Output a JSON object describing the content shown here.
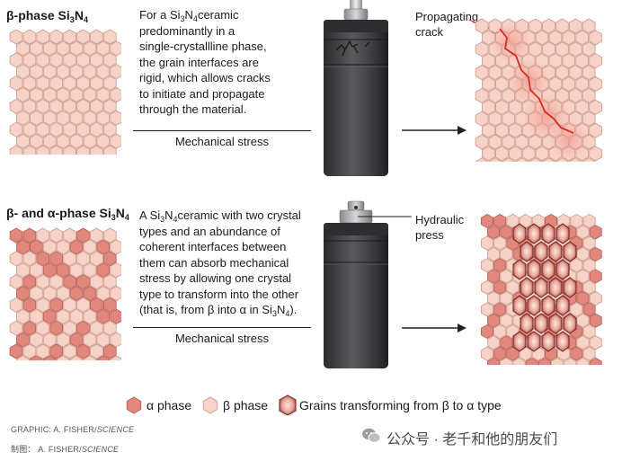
{
  "panel1": {
    "title": "β-phase Si3N4",
    "title_parts": [
      "β-phase Si",
      "3",
      "N",
      "4"
    ],
    "desc_lines": [
      [
        "For a Si",
        "3",
        "N",
        "4",
        "ceramic"
      ],
      [
        "predominantly in a"
      ],
      [
        "single-crystallline phase,"
      ],
      [
        "the grain interfaces are"
      ],
      [
        "rigid, which allows cracks"
      ],
      [
        "to initiate and propagate"
      ],
      [
        "through the material."
      ]
    ],
    "stress_label": "Mechanical stress",
    "callout_lines": [
      "Propagating",
      "crack"
    ]
  },
  "panel2": {
    "title": "β- and α-phase Si3N4",
    "title_parts": [
      "β- and α-phase Si",
      "3",
      "N",
      "4"
    ],
    "desc_lines": [
      [
        "A Si",
        "3",
        "N",
        "4",
        "ceramic with two crystal"
      ],
      [
        "types and an abundance of"
      ],
      [
        "coherent interfaces between"
      ],
      [
        "them can absorb mechanical"
      ],
      [
        "stress by allowing one crystal"
      ],
      [
        "type to transform into the other"
      ],
      [
        "(that is, from β into α in Si",
        "3",
        "N",
        "4",
        ")."
      ]
    ],
    "stress_label": "Mechanical stress",
    "callout_lines": [
      "Hydraulic",
      "press"
    ]
  },
  "legend": {
    "alpha": "α phase",
    "beta": "β phase",
    "transform": "Grains transforming from β to α type"
  },
  "credits": {
    "line1_prefix": "GRAPHIC: A. FISHER/",
    "line1_source": "SCIENCE",
    "line2_prefix": "制图： A. FISHER/",
    "line2_source": "SCIENCE"
  },
  "watermark": "公众号 · 老千和他的朋友们",
  "colors": {
    "alpha_fill": "#e2877c",
    "alpha_stroke": "#b45a52",
    "beta_fill": "#f6d3c6",
    "beta_stroke": "#c9978a",
    "crack": "#d9281e",
    "press_body": "#4a4a4c"
  }
}
